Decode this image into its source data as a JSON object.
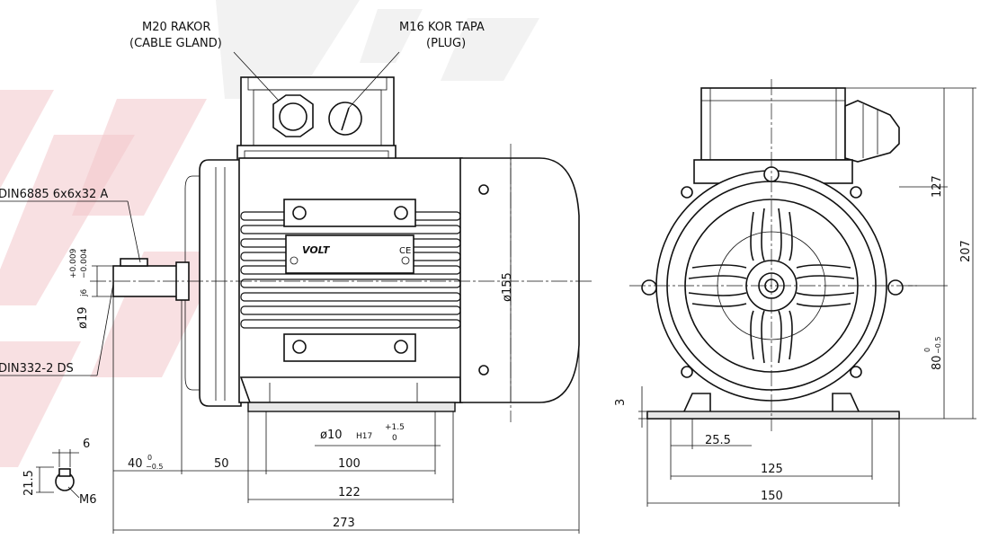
{
  "callouts": {
    "gland_line1": "M20 RAKOR",
    "gland_line2": "(CABLE GLAND)",
    "plug_line1": "M16 KOR TAPA",
    "plug_line2": "(PLUG)",
    "key": "DIN6885 6x6x32 A",
    "centre_hole": "DIN332-2 DS",
    "shaft_thread": "M6"
  },
  "dimensions": {
    "shaft_dia": "ø19",
    "shaft_fit": "j6",
    "shaft_tol_upper": "+0.009",
    "shaft_tol_lower": "−0.004",
    "body_dia": "ø155",
    "hole_dia": "ø10",
    "hole_fit": "H17",
    "hole_tol_upper": "+1.5",
    "hole_tol_lower": "0",
    "key_width": "6",
    "shaft_height_key": "21.5",
    "shaft_length": "40",
    "shaft_length_tol_upper": "0",
    "shaft_length_tol_lower": "−0.5",
    "shoulder_to_hole": "50",
    "foot_hole_spacing": "100",
    "foot_length": "122",
    "overall_length": "273",
    "base_height": "3",
    "foot_width": "25.5",
    "hole_spacing_front": "125",
    "base_width": "150",
    "terminal_height": "127",
    "overall_height": "207",
    "shaft_height": "80",
    "shaft_height_tol_upper": "0",
    "shaft_height_tol_lower": "−0.5"
  },
  "nameplate": {
    "brand": "VOLT",
    "mark": "CE"
  }
}
